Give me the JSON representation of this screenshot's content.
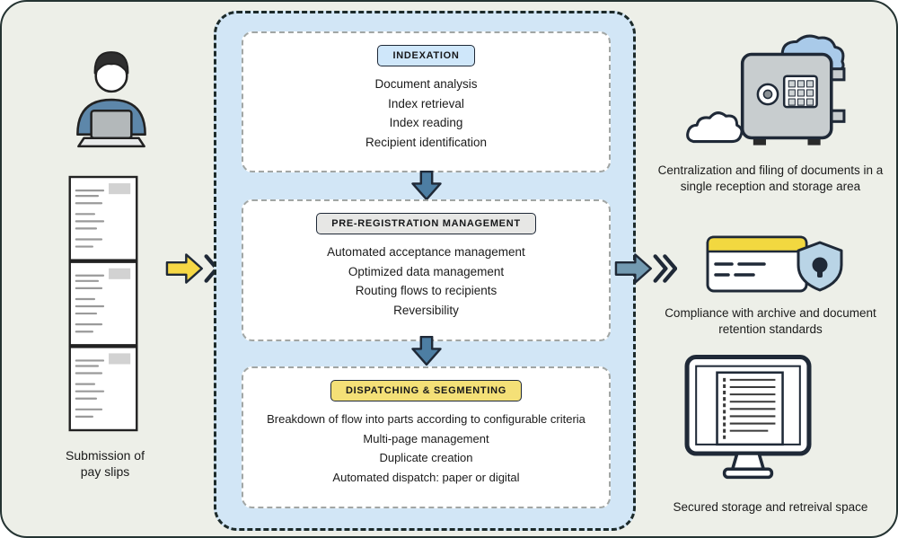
{
  "left": {
    "person_icon": "person-at-laptop-icon",
    "documents_icon": "pay-slips-stack-icon",
    "submission_label": "Submission of\npay slips"
  },
  "flow": {
    "input_arrow_icon": "yellow-right-arrow-icon",
    "output_arrow_icon": "blue-right-arrow-icon",
    "down_arrow_icon": "down-arrow-icon",
    "stages": [
      {
        "title": "INDEXATION",
        "badge_color": "#cfe7fa",
        "items": [
          "Document analysis",
          "Index retrieval",
          "Index reading",
          "Recipient identification"
        ]
      },
      {
        "title": "PRE-REGISTRATION MANAGEMENT",
        "badge_color": "#e7e7e5",
        "items": [
          "Automated acceptance management",
          "Optimized data management",
          "Routing flows to recipients",
          "Reversibility"
        ]
      },
      {
        "title": "DISPATCHING & SEGMENTING",
        "badge_color": "#f4e077",
        "items": [
          "Breakdown of flow into parts according to configurable criteria",
          "Multi-page management",
          "Duplicate creation",
          "Automated dispatch: paper or digital"
        ]
      }
    ]
  },
  "right": {
    "outcomes": [
      {
        "icon": "safe-cloud-icon",
        "label": "Centralization and filing of documents in a single reception and storage area"
      },
      {
        "icon": "card-shield-icon",
        "label": "Compliance with archive and document retention standards"
      },
      {
        "icon": "monitor-document-icon",
        "label": "Secured storage and retreival space"
      }
    ]
  },
  "colors": {
    "background": "#edefe8",
    "panel": "#d2e6f6",
    "badge_blue": "#cfe7fa",
    "badge_gray": "#e7e7e5",
    "badge_yellow": "#f4e077",
    "arrow_yellow": "#f6d845",
    "arrow_blue": "#739ab1",
    "arrow_down": "#4d7ea3",
    "outline": "#1f2937"
  }
}
